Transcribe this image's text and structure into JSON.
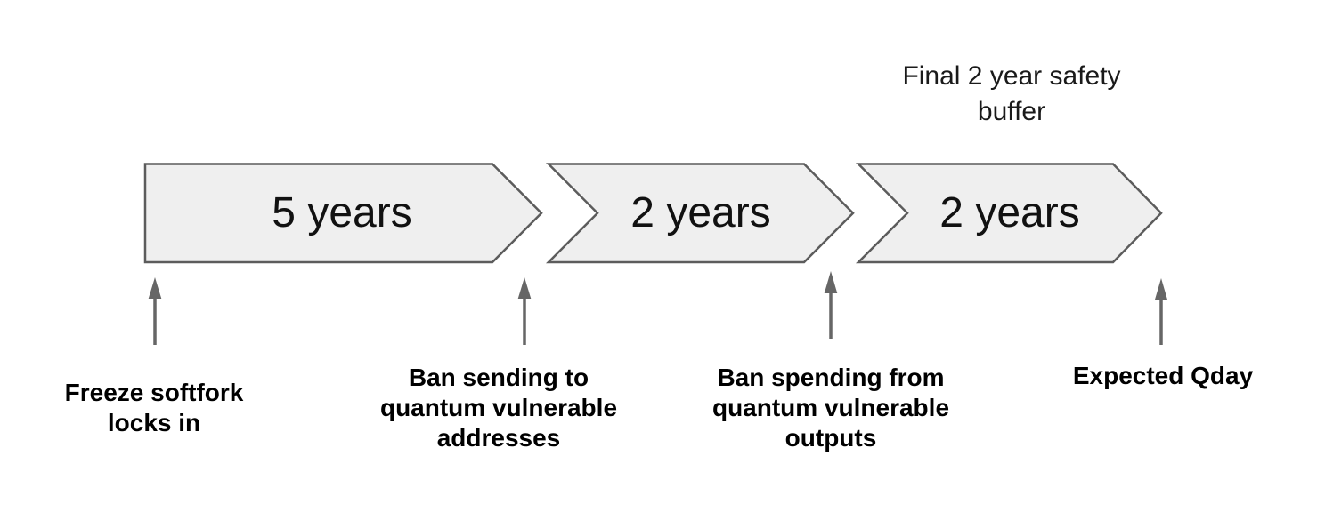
{
  "diagram": {
    "note": "Final 2 year safety\nbuffer",
    "phases": [
      {
        "label": "5 years"
      },
      {
        "label": "2 years"
      },
      {
        "label": "2 years"
      }
    ],
    "milestones": [
      {
        "label": "Freeze softfork\nlocks in"
      },
      {
        "label": "Ban sending to\nquantum vulnerable\naddresses"
      },
      {
        "label": "Ban spending from\nquantum vulnerable\noutputs"
      },
      {
        "label": "Expected Qday"
      }
    ],
    "colors": {
      "chevron_fill": "#efefef",
      "chevron_border": "#5c5c5c",
      "arrow": "#666666",
      "text": "#000000"
    }
  }
}
